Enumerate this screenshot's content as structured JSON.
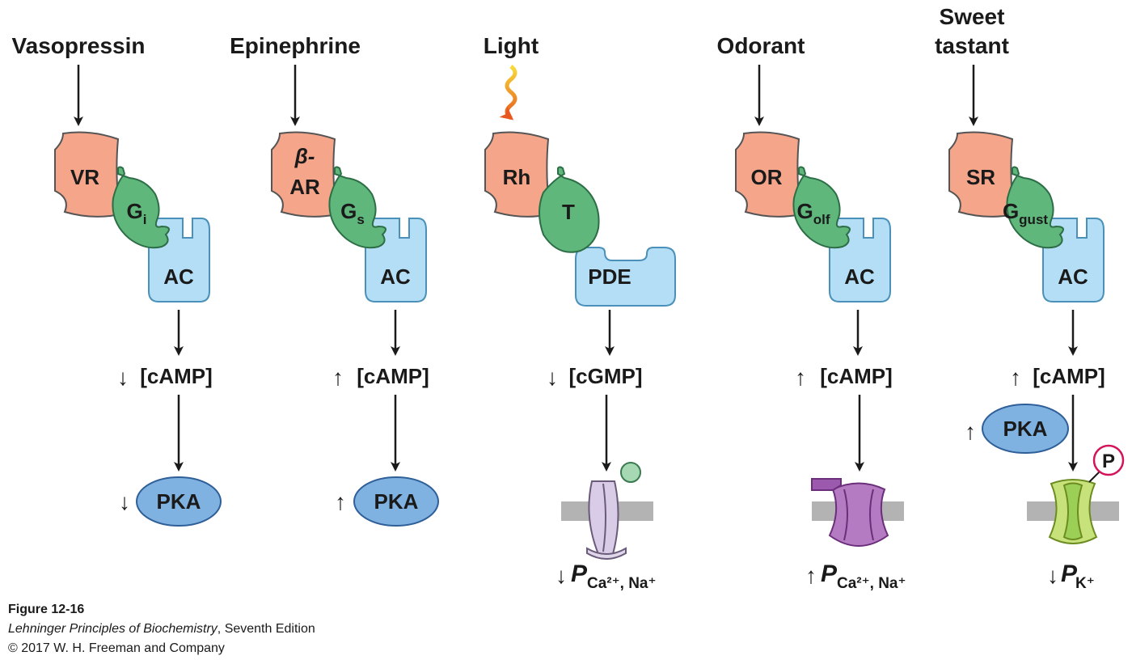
{
  "pathways": [
    {
      "signal": "Vasopressin",
      "receptor": "VR",
      "gprotein": "G",
      "gsub": "i",
      "effector": "AC",
      "dir1": "↓",
      "messenger": "[cAMP]",
      "dir2": "↓",
      "target": "PKA"
    },
    {
      "signal": "Epinephrine",
      "receptor_line1": "β-",
      "receptor_line2": "AR",
      "gprotein": "G",
      "gsub": "s",
      "effector": "AC",
      "dir1": "↑",
      "messenger": "[cAMP]",
      "dir2": "↑",
      "target": "PKA"
    },
    {
      "signal": "Light",
      "receptor": "Rh",
      "gprotein": "T",
      "effector": "PDE",
      "dir1": "↓",
      "messenger": "[cGMP]",
      "dir2": "↓",
      "perm_symbol": "P",
      "perm_ions": "Ca²⁺, Na⁺"
    },
    {
      "signal": "Odorant",
      "receptor": "OR",
      "gprotein": "G",
      "gsub": "olf",
      "effector": "AC",
      "dir1": "↑",
      "messenger": "[cAMP]",
      "dir2": "↑",
      "perm_symbol": "P",
      "perm_ions": "Ca²⁺, Na⁺"
    },
    {
      "signal_line1": "Sweet",
      "signal_line2": "tastant",
      "receptor": "SR",
      "gprotein": "G",
      "gsub": "gust",
      "effector": "AC",
      "dir1": "↑",
      "messenger": "[cAMP]",
      "kinase_dir": "↑",
      "kinase": "PKA",
      "phospho": "P",
      "dir2": "↓",
      "perm_symbol": "P",
      "perm_ions": "K⁺"
    }
  ],
  "caption": {
    "figure": "Figure 12-16",
    "book_title": "Lehninger Principles of Biochemistry",
    "edition": ", Seventh Edition",
    "copyright": "© 2017 W. H. Freeman and Company"
  },
  "colors": {
    "receptor": "#f4a58a",
    "gprotein": "#5fb77c",
    "effector": "#b3def5",
    "pka": "#7fb2e0",
    "channel_light": "#d9cce6",
    "channel_odor": "#b57bc2",
    "channel_k": "#c7e27a",
    "membrane": "#b3b3b3",
    "phospho": "#d4145a"
  }
}
